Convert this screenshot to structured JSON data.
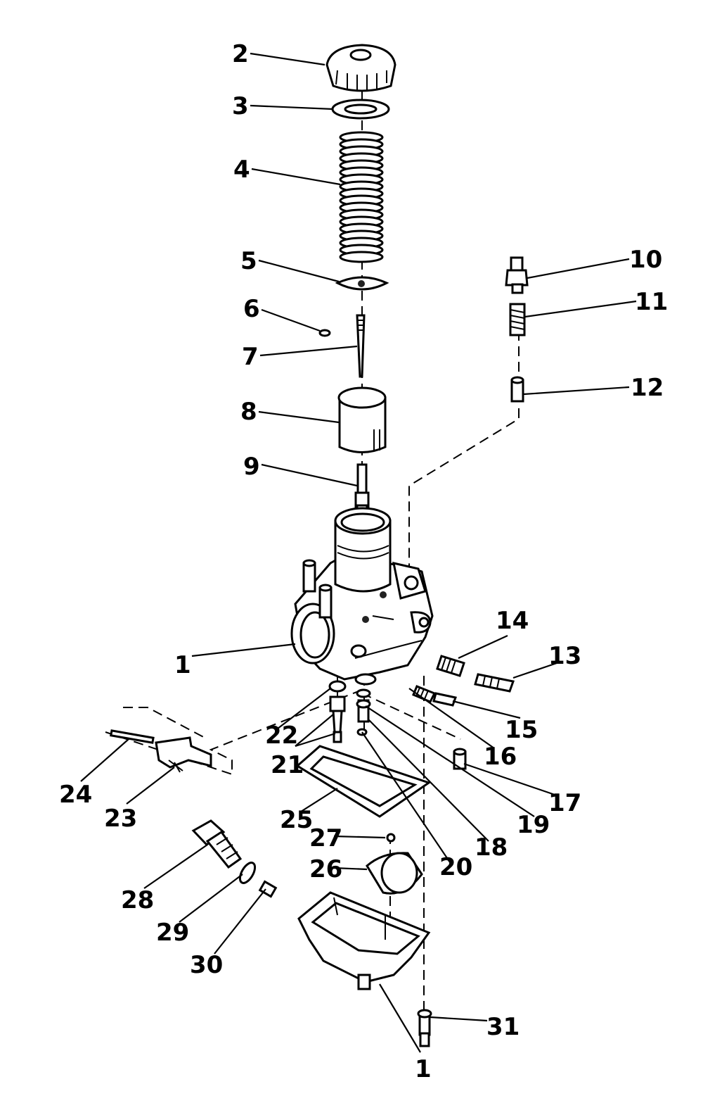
{
  "diagram": {
    "callouts": [
      "1",
      "2",
      "3",
      "4",
      "5",
      "6",
      "7",
      "8",
      "9",
      "10",
      "11",
      "12",
      "13",
      "14",
      "15",
      "16",
      "17",
      "18",
      "19",
      "20",
      "21",
      "22",
      "23",
      "24",
      "25",
      "26",
      "27",
      "28",
      "29",
      "30",
      "31",
      "1"
    ]
  }
}
